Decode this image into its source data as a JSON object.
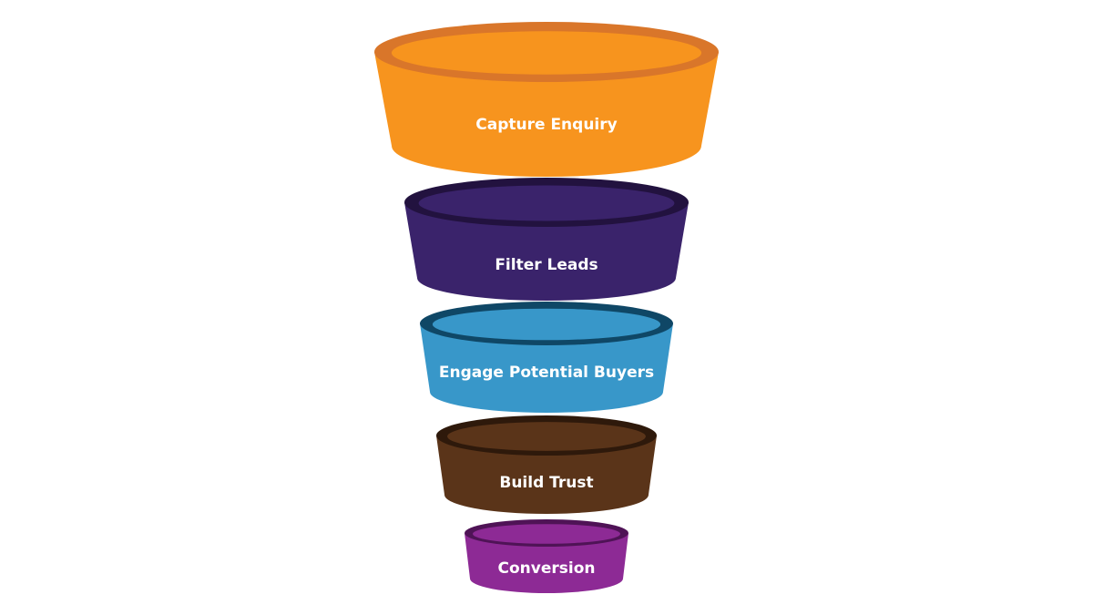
{
  "funnel": {
    "stages": [
      {
        "label": "Capture Enquiry",
        "colors": {
          "body": "#F7941E",
          "rim": "#D9762A",
          "inner": "#F7941E"
        }
      },
      {
        "label": "Filter Leads",
        "colors": {
          "body": "#3A236B",
          "rim": "#22123F",
          "inner": "#3A236B"
        }
      },
      {
        "label": "Engage Potential  Buyers",
        "colors": {
          "body": "#3897C9",
          "rim": "#0F4766",
          "inner": "#3897C9"
        }
      },
      {
        "label": "Build Trust",
        "colors": {
          "body": "#5A3419",
          "rim": "#2E190B",
          "inner": "#5A3419"
        }
      },
      {
        "label": "Conversion",
        "colors": {
          "body": "#8D2A95",
          "rim": "#4F1356",
          "inner": "#8D2A95"
        }
      }
    ]
  }
}
